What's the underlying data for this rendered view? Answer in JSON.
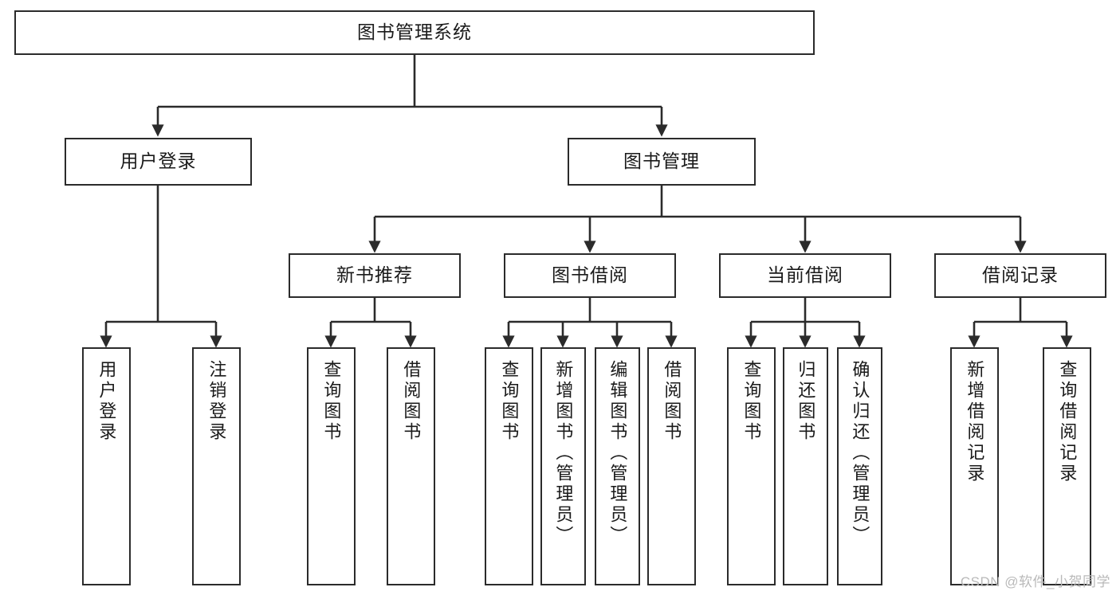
{
  "diagram": {
    "type": "tree-hierarchy-chart",
    "title": "图书管理系统",
    "orientation": "top-down",
    "box_fill": "#ffffff",
    "box_stroke": "#2b2b2b",
    "edge_color": "#2b2b2b",
    "levels": 4
  },
  "nodes": {
    "root": {
      "label": "图书管理系统"
    },
    "level2": [
      {
        "label": "用户登录"
      },
      {
        "label": "图书管理"
      }
    ],
    "level3": [
      {
        "label": "新书推荐"
      },
      {
        "label": "图书借阅"
      },
      {
        "label": "当前借阅"
      },
      {
        "label": "借阅记录"
      }
    ],
    "leaves": {
      "user_login": [
        {
          "label": "用户登录"
        },
        {
          "label": "注销登录"
        }
      ],
      "new_book_recommend": [
        {
          "label": "查询图书"
        },
        {
          "label": "借阅图书"
        }
      ],
      "book_borrow": [
        {
          "label": "查询图书"
        },
        {
          "label": "新增图书（管理员）"
        },
        {
          "label": "编辑图书（管理员）"
        },
        {
          "label": "借阅图书"
        }
      ],
      "current_borrow": [
        {
          "label": "查询图书"
        },
        {
          "label": "归还图书"
        },
        {
          "label": "确认归还（管理员）"
        }
      ],
      "borrow_record": [
        {
          "label": "新增借阅记录"
        },
        {
          "label": "查询借阅记录"
        }
      ]
    }
  },
  "watermark": {
    "text": "CSDN @软件_小贺同学",
    "color": "#b9b9b9"
  }
}
